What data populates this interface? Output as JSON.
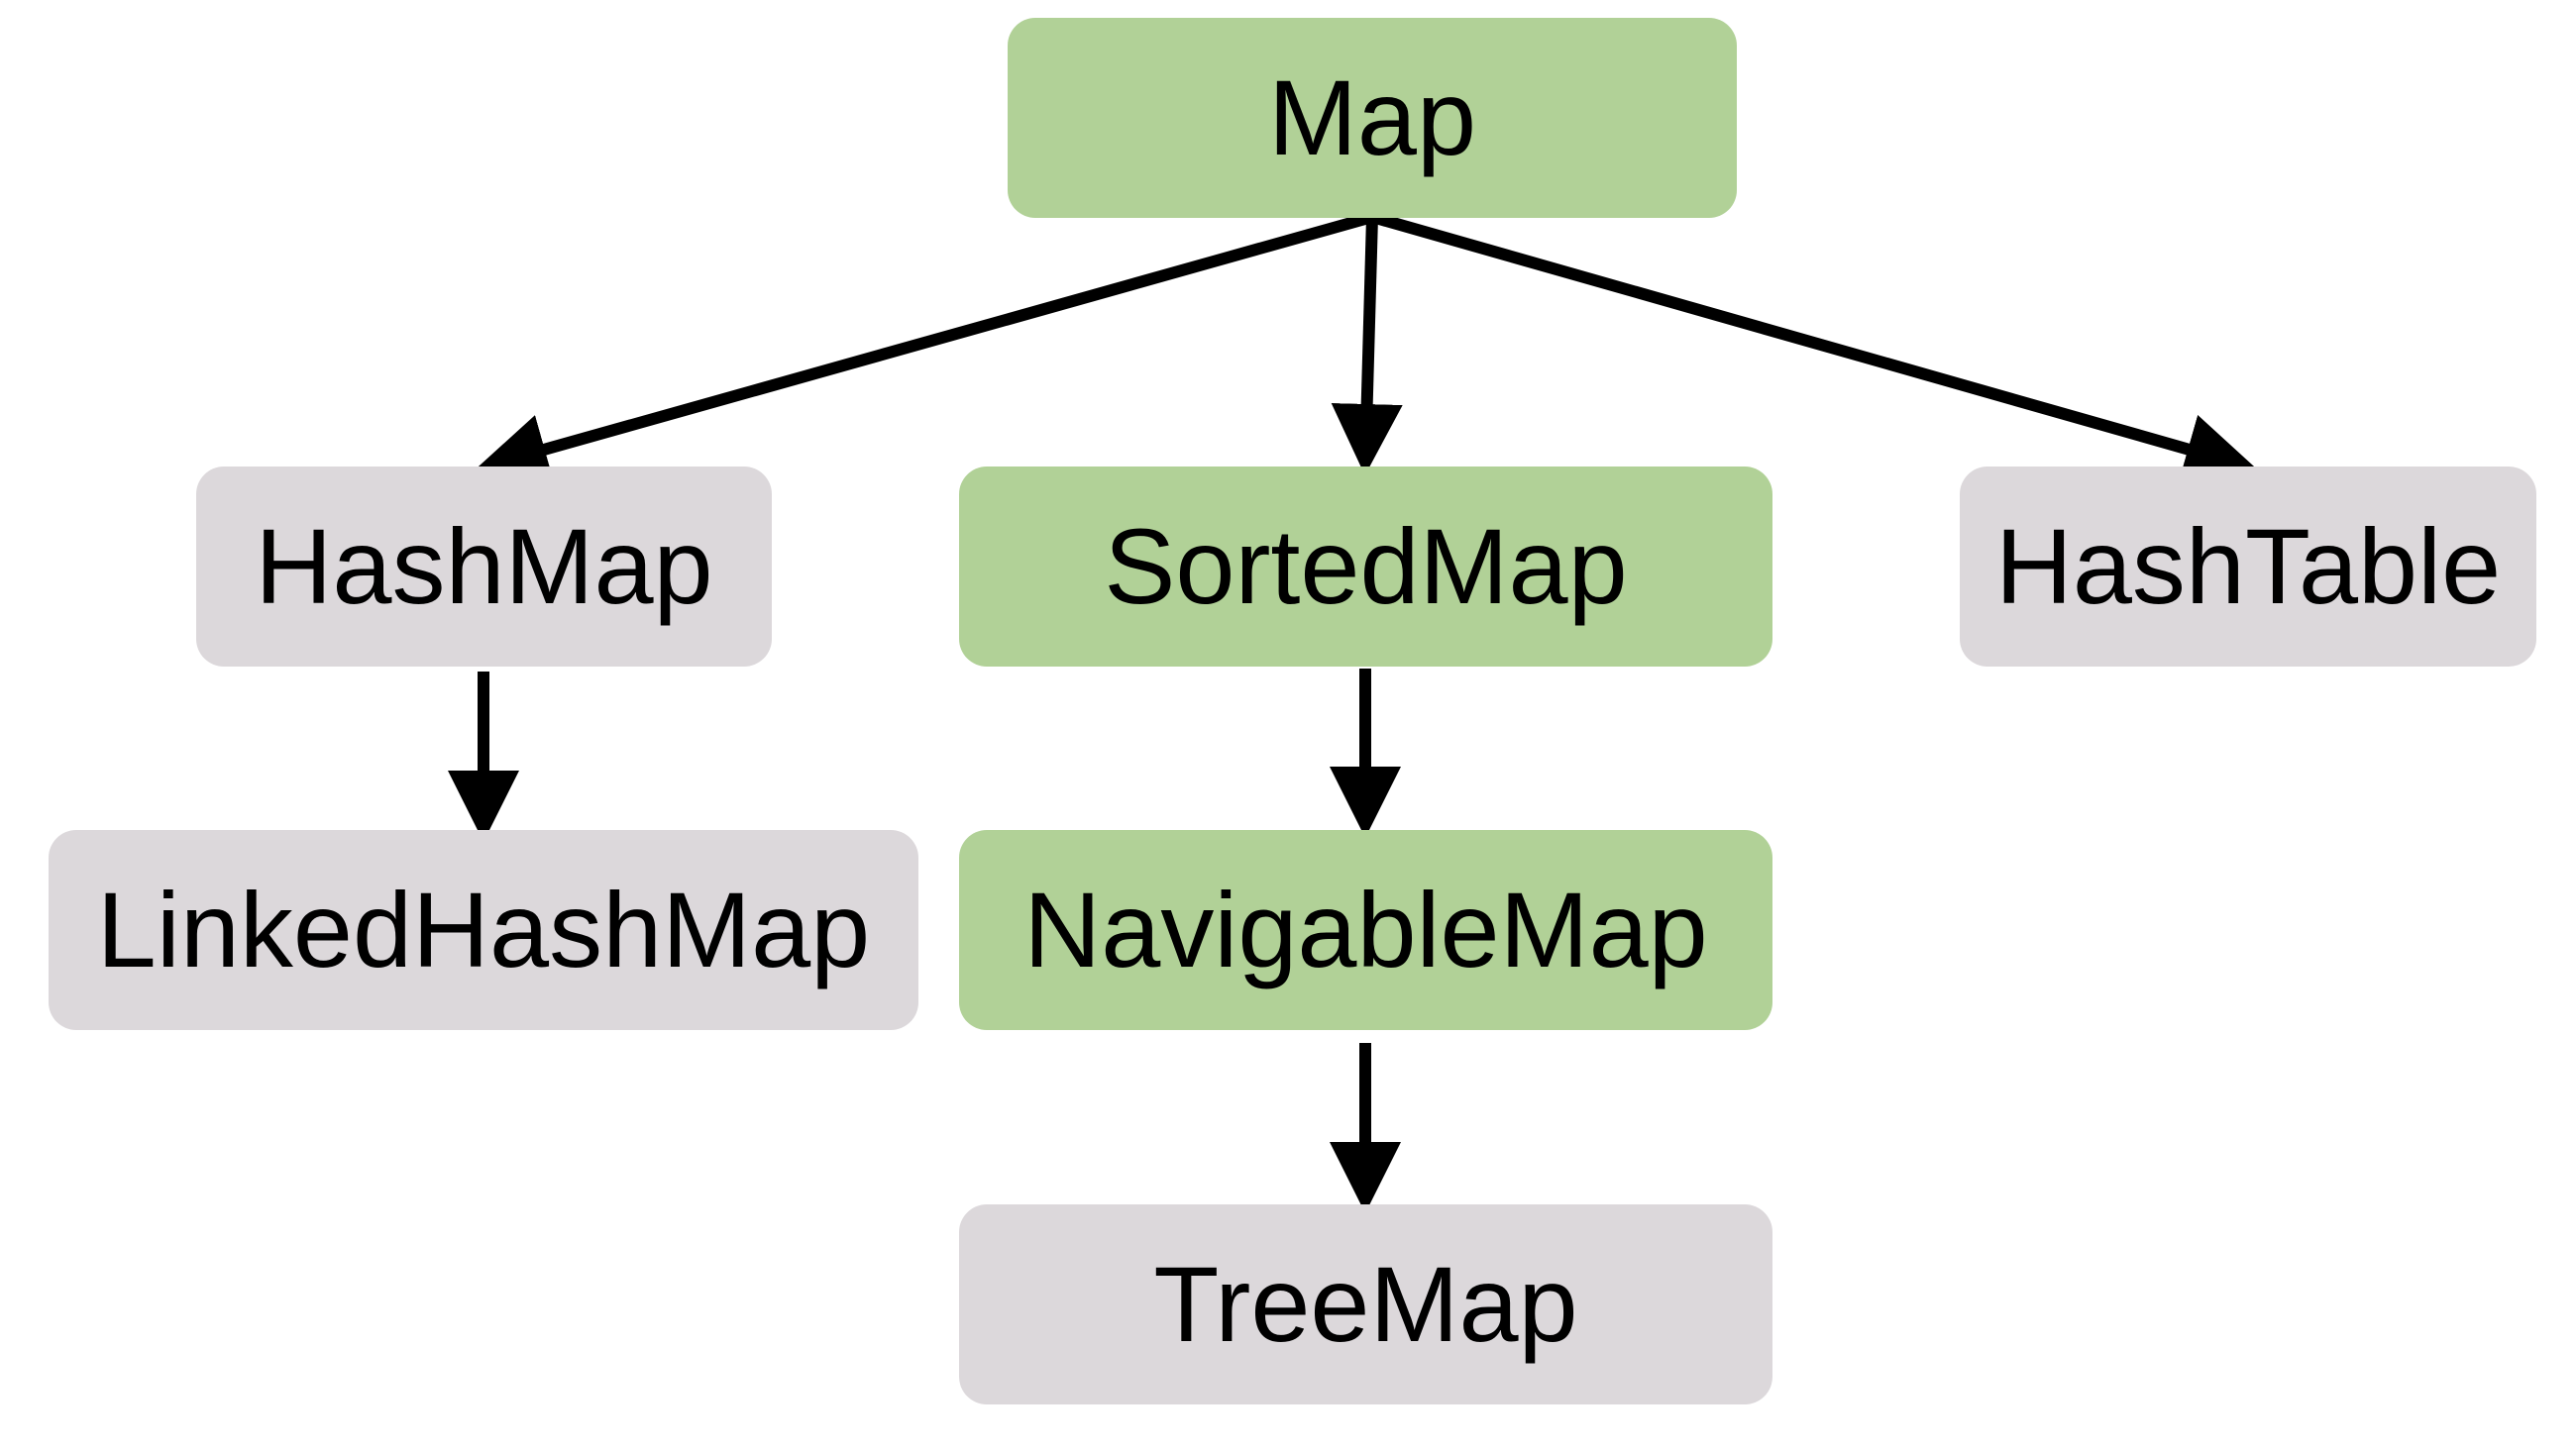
{
  "colors": {
    "interface_fill": "#b1d197",
    "class_fill": "#dcd8db",
    "arrow": "#000000"
  },
  "nodes": {
    "map": {
      "label": "Map",
      "kind": "interface"
    },
    "sortedmap": {
      "label": "SortedMap",
      "kind": "interface"
    },
    "navigablemap": {
      "label": "NavigableMap",
      "kind": "interface"
    },
    "hashmap": {
      "label": "HashMap",
      "kind": "class"
    },
    "hashtable": {
      "label": "HashTable",
      "kind": "class"
    },
    "linkedhashmap": {
      "label": "LinkedHashMap",
      "kind": "class"
    },
    "treemap": {
      "label": "TreeMap",
      "kind": "class"
    }
  },
  "edges": [
    {
      "from": "Map",
      "to": "HashMap"
    },
    {
      "from": "Map",
      "to": "SortedMap"
    },
    {
      "from": "Map",
      "to": "HashTable"
    },
    {
      "from": "HashMap",
      "to": "LinkedHashMap"
    },
    {
      "from": "SortedMap",
      "to": "NavigableMap"
    },
    {
      "from": "NavigableMap",
      "to": "TreeMap"
    }
  ]
}
